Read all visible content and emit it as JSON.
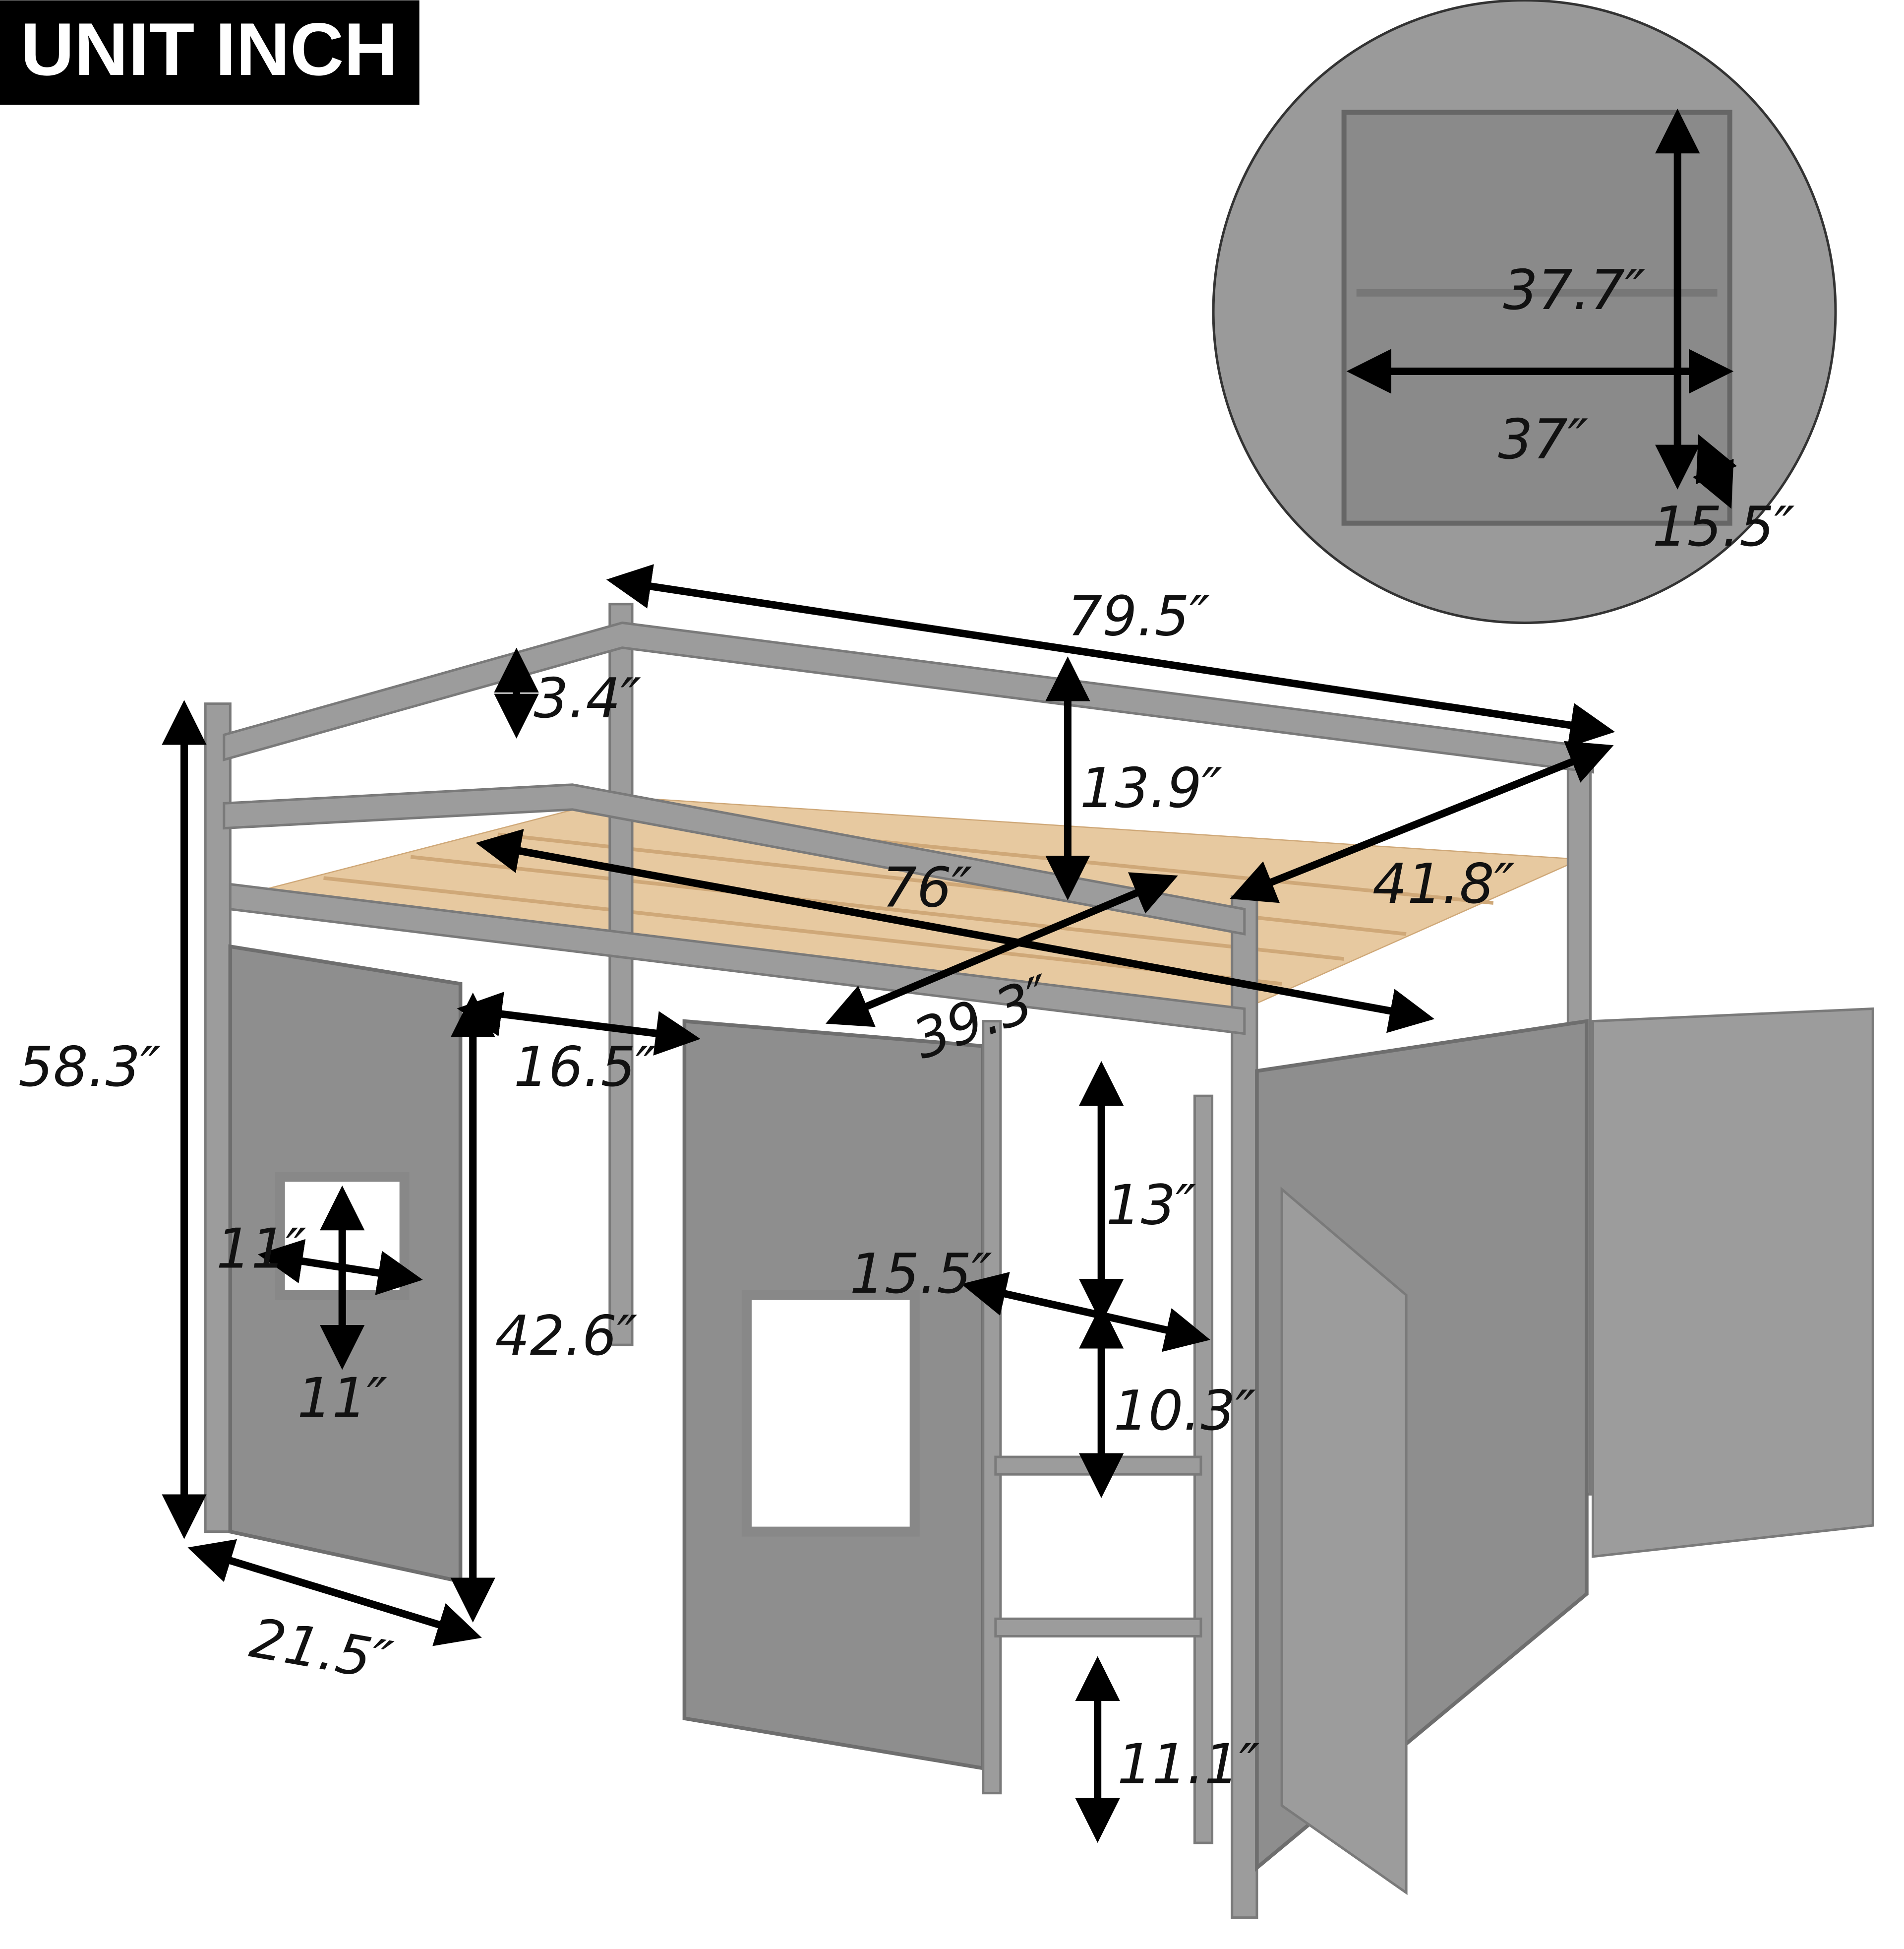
{
  "unit_badge": "UNIT INCH",
  "colors": {
    "frame": "#9c9c9c",
    "slats": "#e7c9a0",
    "badge": "#000000"
  },
  "dimensions": {
    "overall_length": "79.5″",
    "rail_gap": "3.4″",
    "guardrail_height": "13.9″",
    "overall_width": "41.8″",
    "mattress_length": "76″",
    "mattress_width": "39.3″",
    "overall_height": "58.3″",
    "entry_width": "16.5″",
    "top_step_gap": "13″",
    "window_height": "11″",
    "window_width": "11″",
    "ladder_width": "15.5″",
    "underbed_clearance": "42.6″",
    "step_spacing": "10.3″",
    "end_depth": "21.5″",
    "bottom_step_height": "11.1″"
  },
  "inset": {
    "cabinet_height": "37.7″",
    "cabinet_width": "37″",
    "cabinet_depth": "15.5″"
  }
}
